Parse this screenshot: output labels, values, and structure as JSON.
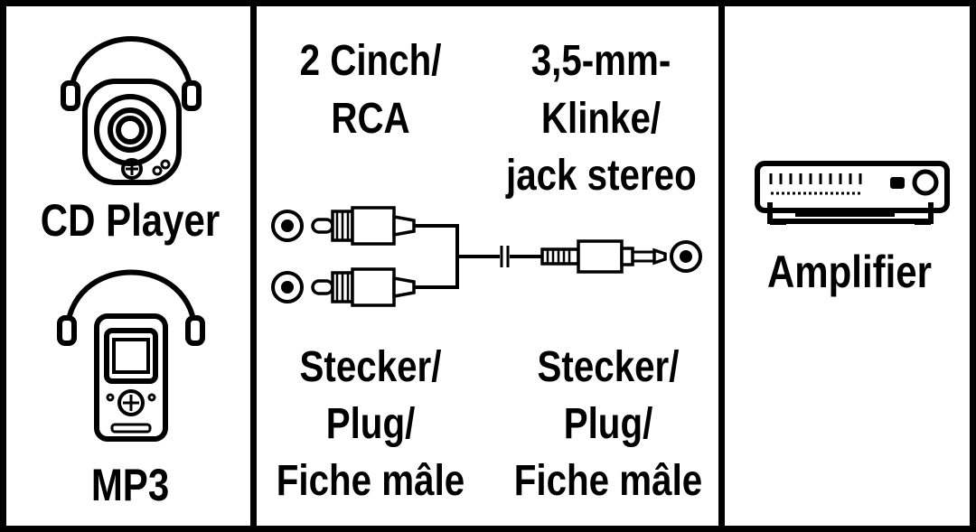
{
  "source_devices": {
    "cd_player_label": "CD Player",
    "mp3_label": "MP3"
  },
  "cable": {
    "left_connector": {
      "line1": "2 Cinch/",
      "line2": "RCA"
    },
    "right_connector": {
      "line1": "3,5-mm-",
      "line2": "Klinke/",
      "line3": "jack stereo"
    },
    "left_gender": {
      "line1": "Stecker/",
      "line2": "Plug/",
      "line3": "Fiche mâle"
    },
    "right_gender": {
      "line1": "Stecker/",
      "line2": "Plug/",
      "line3": "Fiche mâle"
    }
  },
  "target_device": {
    "amplifier_label": "Amplifier"
  },
  "icons": [
    "cd-player-icon",
    "mp3-player-icon",
    "rca-plug-icon",
    "jack-plug-icon",
    "amplifier-icon"
  ],
  "colors": {
    "ink": "#000000",
    "paper": "#ffffff"
  }
}
